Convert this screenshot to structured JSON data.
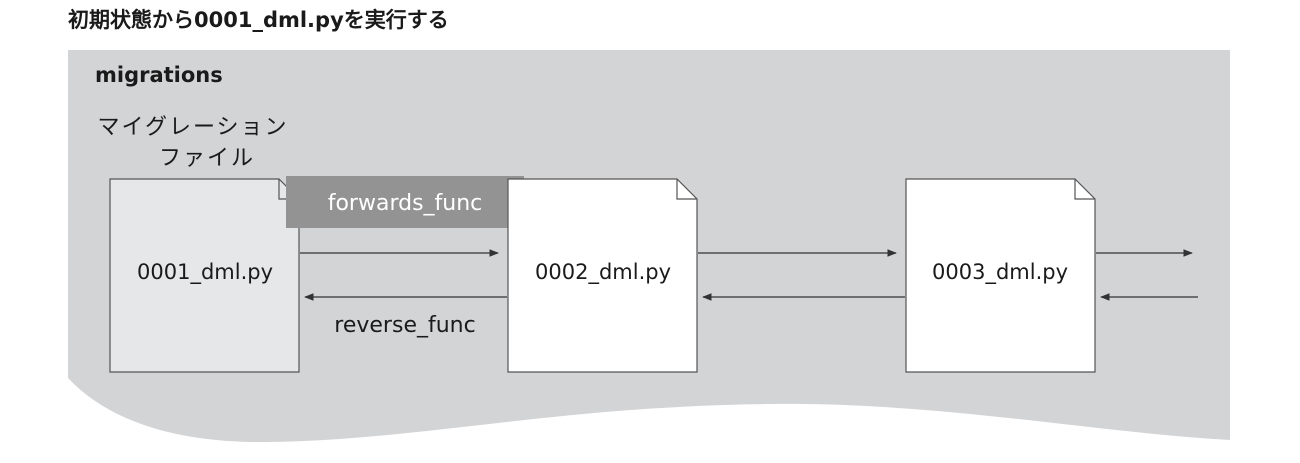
{
  "page": {
    "title": "初期状態から0001_dml.pyを実行する"
  },
  "panel": {
    "folder_label": "migrations",
    "caption_line1": "マイグレーション",
    "caption_line2": "ファイル"
  },
  "files": [
    {
      "name": "0001_dml.py",
      "state": "current"
    },
    {
      "name": "0002_dml.py",
      "state": "pending"
    },
    {
      "name": "0003_dml.py",
      "state": "pending"
    }
  ],
  "arrows": {
    "forwards_label": "forwards_func",
    "reverse_label": "reverse_func"
  },
  "colors": {
    "panel_fill": "#d3d4d6",
    "current_file_fill": "#e6e7e9",
    "pending_file_fill": "#ffffff",
    "forwards_label_bg": "#939393",
    "forwards_label_text": "#ffffff",
    "stroke": "#555555"
  }
}
